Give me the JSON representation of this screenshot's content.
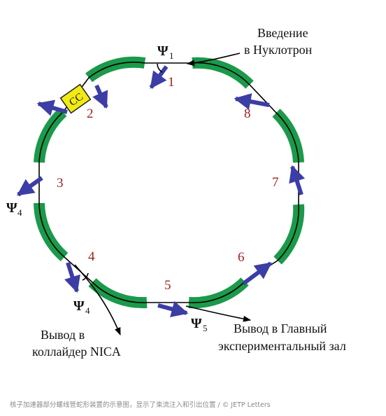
{
  "labels": {
    "injection_line1": "Введение",
    "injection_line2": "в Нуклотрон",
    "extract_nica_line1": "Вывод в",
    "extract_nica_line2": "коллайдер NICA",
    "extract_hall_line1": "Вывод в Главный",
    "extract_hall_line2": "экспериментальный зал"
  },
  "septum_label": "CC",
  "sections": [
    "1",
    "2",
    "3",
    "4",
    "5",
    "6",
    "7",
    "8"
  ],
  "psi": {
    "symbol": "Ψ",
    "psi1_sub": "1",
    "psi4_left_sub": "4",
    "psi4_bottom_sub": "4",
    "psi5_sub": "5"
  },
  "caption": "核子加速器部分螺线管蛇形装置的示意图，显示了束流注入和引出位置 / © JETP Letters",
  "colors": {
    "magnet": "#1a9a4a",
    "arrow": "#3d3da6",
    "septum": "#f2ea14",
    "beam": "#000000",
    "section_number": "#a02020"
  }
}
